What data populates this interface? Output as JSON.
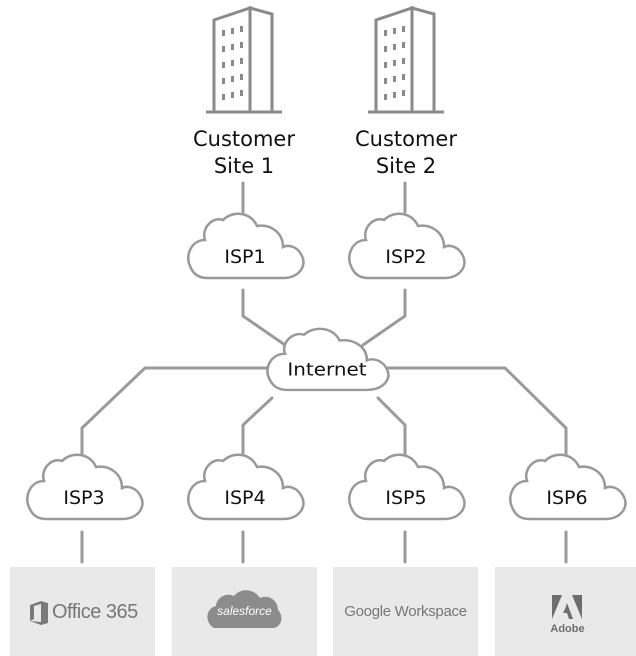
{
  "sites": [
    {
      "line1": "Customer",
      "line2": "Site 1"
    },
    {
      "line1": "Customer",
      "line2": "Site 2"
    }
  ],
  "clouds": {
    "isp1": "ISP1",
    "isp2": "ISP2",
    "internet": "Internet",
    "isp3": "ISP3",
    "isp4": "ISP4",
    "isp5": "ISP5",
    "isp6": "ISP6"
  },
  "services": {
    "office": "Office 365",
    "salesforce": "salesforce",
    "google": "Google Workspace",
    "adobe": "Adobe"
  },
  "colors": {
    "line": "#9a9a9a",
    "icon": "#8a8a8a",
    "logo_bg": "#e9e9e9",
    "logo_text": "#777777"
  },
  "icons": [
    "building-icon",
    "cloud-icon",
    "office-logo-icon",
    "salesforce-cloud-icon",
    "adobe-logo-icon"
  ]
}
